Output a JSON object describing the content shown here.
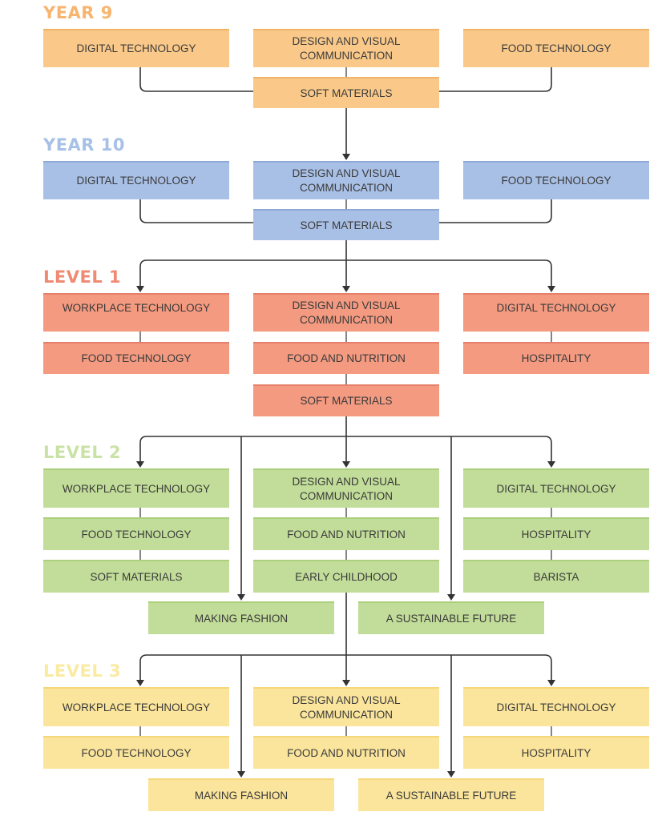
{
  "colors": {
    "year9": "#f7b56f",
    "year10": "#a7c1e6",
    "level1": "#ef8a73",
    "level2": "#c9e2a5",
    "level3": "#faeaa2",
    "line": "#333333"
  },
  "sections": {
    "year9": {
      "heading": "YEAR 9",
      "boxes": [
        "DIGITAL TECHNOLOGY",
        "DESIGN AND VISUAL COMMUNICATION",
        "FOOD TECHNOLOGY",
        "SOFT MATERIALS"
      ]
    },
    "year10": {
      "heading": "YEAR 10",
      "boxes": [
        "DIGITAL TECHNOLOGY",
        "DESIGN AND VISUAL COMMUNICATION",
        "FOOD TECHNOLOGY",
        "SOFT MATERIALS"
      ]
    },
    "level1": {
      "heading": "LEVEL 1",
      "boxes": [
        "WORKPLACE TECHNOLOGY",
        "DESIGN AND VISUAL COMMUNICATION",
        "DIGITAL TECHNOLOGY",
        "FOOD TECHNOLOGY",
        "FOOD AND NUTRITION",
        "HOSPITALITY",
        "SOFT MATERIALS"
      ]
    },
    "level2": {
      "heading": "LEVEL 2",
      "boxes": [
        "WORKPLACE TECHNOLOGY",
        "DESIGN AND VISUAL COMMUNICATION",
        "DIGITAL TECHNOLOGY",
        "FOOD TECHNOLOGY",
        "FOOD AND NUTRITION",
        "HOSPITALITY",
        "SOFT MATERIALS",
        "EARLY CHILDHOOD",
        "BARISTA",
        "MAKING FASHION",
        "A SUSTAINABLE FUTURE"
      ]
    },
    "level3": {
      "heading": "LEVEL 3",
      "boxes": [
        "WORKPLACE TECHNOLOGY",
        "DESIGN AND VISUAL COMMUNICATION",
        "DIGITAL TECHNOLOGY",
        "FOOD TECHNOLOGY",
        "FOOD AND NUTRITION",
        "HOSPITALITY",
        "MAKING FASHION",
        "A SUSTAINABLE FUTURE"
      ]
    }
  }
}
